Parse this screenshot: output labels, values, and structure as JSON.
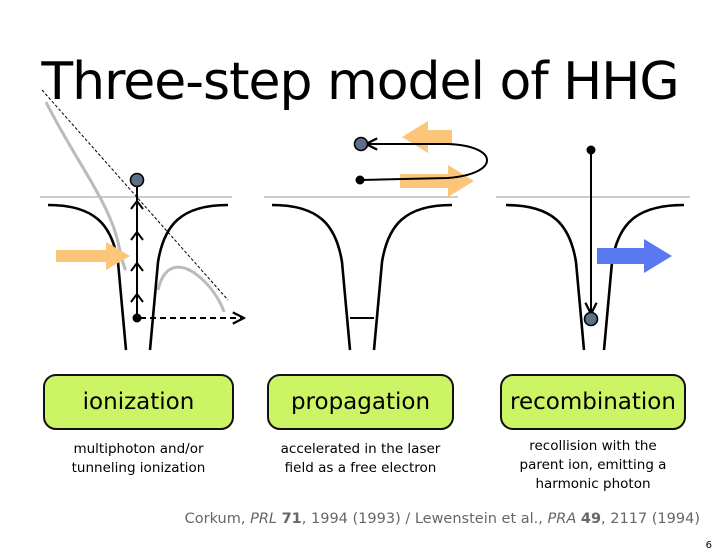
{
  "slide": {
    "title": "Three-step model of HHG",
    "page_number": "6"
  },
  "steps": [
    {
      "label": "ionization",
      "desc_lines": [
        "multiphoton and/or",
        "tunneling ionization"
      ]
    },
    {
      "label": "propagation",
      "desc_lines": [
        "accelerated in the laser",
        "field as a free electron"
      ]
    },
    {
      "label": "recombination",
      "desc_lines": [
        "recollision with the",
        "parent ion, emitting a",
        "harmonic photon"
      ]
    }
  ],
  "citation": {
    "author1": "Corkum,",
    "journal1": "PRL",
    "volume1": "71",
    "rest1": ", 1994 (1993) / Lewenstein et al.,",
    "journal2": "PRA",
    "volume2": "49",
    "rest2": ", 2117 (1994)"
  },
  "colors": {
    "box_fill": "#ccf566",
    "laser_arrow": "#fcc67a",
    "photon_arrow": "#5a78f0",
    "electron": "#5e7088",
    "tilted_potential": "#bbbbbb"
  }
}
